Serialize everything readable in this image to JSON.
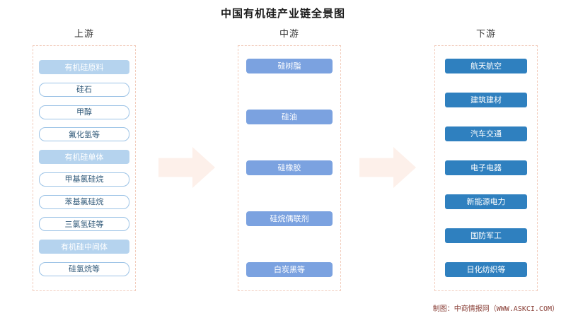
{
  "title": "中国有机硅产业链全景图",
  "columns": [
    {
      "header": "上游",
      "items": [
        {
          "label": "有机硅原料",
          "type": "category"
        },
        {
          "label": "硅石",
          "type": "item"
        },
        {
          "label": "甲醇",
          "type": "item"
        },
        {
          "label": "氟化氢等",
          "type": "item"
        },
        {
          "label": "有机硅单体",
          "type": "category"
        },
        {
          "label": "甲基氯硅烷",
          "type": "item"
        },
        {
          "label": "苯基氯硅烷",
          "type": "item"
        },
        {
          "label": "三氯氢硅等",
          "type": "item"
        },
        {
          "label": "有机硅中间体",
          "type": "category"
        },
        {
          "label": "硅氢烷等",
          "type": "item"
        }
      ]
    },
    {
      "header": "中游",
      "items": [
        {
          "label": "硅树脂",
          "type": "item"
        },
        {
          "label": "硅油",
          "type": "item"
        },
        {
          "label": "硅橡胶",
          "type": "item"
        },
        {
          "label": "硅烷偶联剂",
          "type": "item"
        },
        {
          "label": "白炭黑等",
          "type": "item"
        }
      ]
    },
    {
      "header": "下游",
      "items": [
        {
          "label": "航天航空",
          "type": "item"
        },
        {
          "label": "建筑建材",
          "type": "item"
        },
        {
          "label": "汽车交通",
          "type": "item"
        },
        {
          "label": "电子电器",
          "type": "item"
        },
        {
          "label": "新能源电力",
          "type": "item"
        },
        {
          "label": "国防军工",
          "type": "item"
        },
        {
          "label": "日化纺织等",
          "type": "item"
        }
      ]
    }
  ],
  "icons": {
    "flow_arrow": "right-block-arrow"
  },
  "credit": "制图：中商情报网（WWW.ASKCI.COM）",
  "colors": {
    "title-text": "#1a1a1a",
    "header-text": "#333333",
    "panel-border": "#f2ccbc",
    "category-fill": "#b5d3ee",
    "category-text": "#ffffff",
    "outline-fill": "#ffffff",
    "outline-border": "#9cc3e6",
    "outline-text": "#2f5878",
    "mid-fill": "#7ba2e0",
    "mid-text": "#ffffff",
    "down-fill": "#2f80bf",
    "down-text": "#ffffff",
    "arrow-fill": "#fdf0ea",
    "credit-text": "#8a4038"
  }
}
